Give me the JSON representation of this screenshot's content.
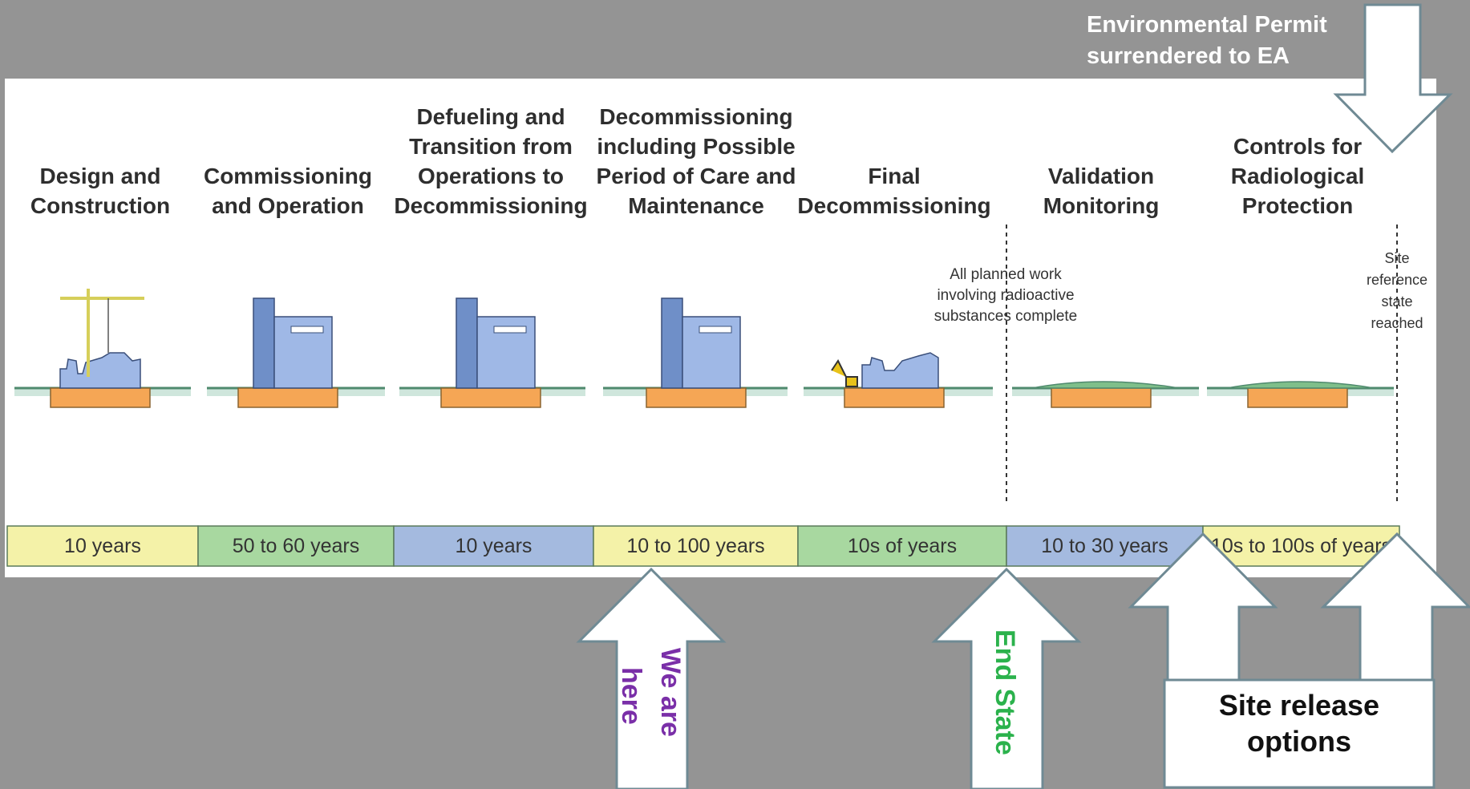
{
  "permit_note": {
    "line1": "Environmental Permit",
    "line2": "surrendered  to EA"
  },
  "phases": [
    {
      "title_lines": [
        "Design and",
        "Construction"
      ],
      "duration": "10 years",
      "color": "#f4f2a8",
      "illustration": "construction-site"
    },
    {
      "title_lines": [
        "Commissioning",
        "and Operation"
      ],
      "duration": "50 to 60 years",
      "color": "#a8d8a0",
      "illustration": "reactor-building"
    },
    {
      "title_lines": [
        "Defueling and",
        "Transition from",
        "Operations to",
        "Decommissioning"
      ],
      "duration": "10 years",
      "color": "#a4badf",
      "illustration": "reactor-building"
    },
    {
      "title_lines": [
        "Decommissioning",
        "including Possible",
        "Period of Care and",
        "Maintenance"
      ],
      "duration": "10 to 100 years",
      "color": "#f4f2a8",
      "illustration": "reactor-building"
    },
    {
      "title_lines": [
        "Final",
        "Decommissioning"
      ],
      "duration": "10s of years",
      "color": "#a8d8a0",
      "illustration": "demolition"
    },
    {
      "title_lines": [
        "Validation",
        "Monitoring"
      ],
      "duration": "10 to 30 years",
      "color": "#a4badf",
      "illustration": "cleared-site"
    },
    {
      "title_lines": [
        "Controls for",
        "Radiological",
        "Protection"
      ],
      "duration": "10s to 100s of years",
      "color": "#f4f2a8",
      "illustration": "cleared-site"
    }
  ],
  "milestones": {
    "end_of_radioactive_work": [
      "All planned work",
      "involving radioactive",
      "substances complete"
    ],
    "reference_state": [
      "Site",
      "reference",
      "state",
      "reached"
    ]
  },
  "arrows": {
    "we_are_here": {
      "lines": [
        "We are",
        "here"
      ],
      "color": "#7a2fa8"
    },
    "end_state": {
      "label": "End State",
      "color": "#2bb24c"
    },
    "site_release_options": {
      "lines": [
        "Site release",
        "options"
      ]
    }
  }
}
